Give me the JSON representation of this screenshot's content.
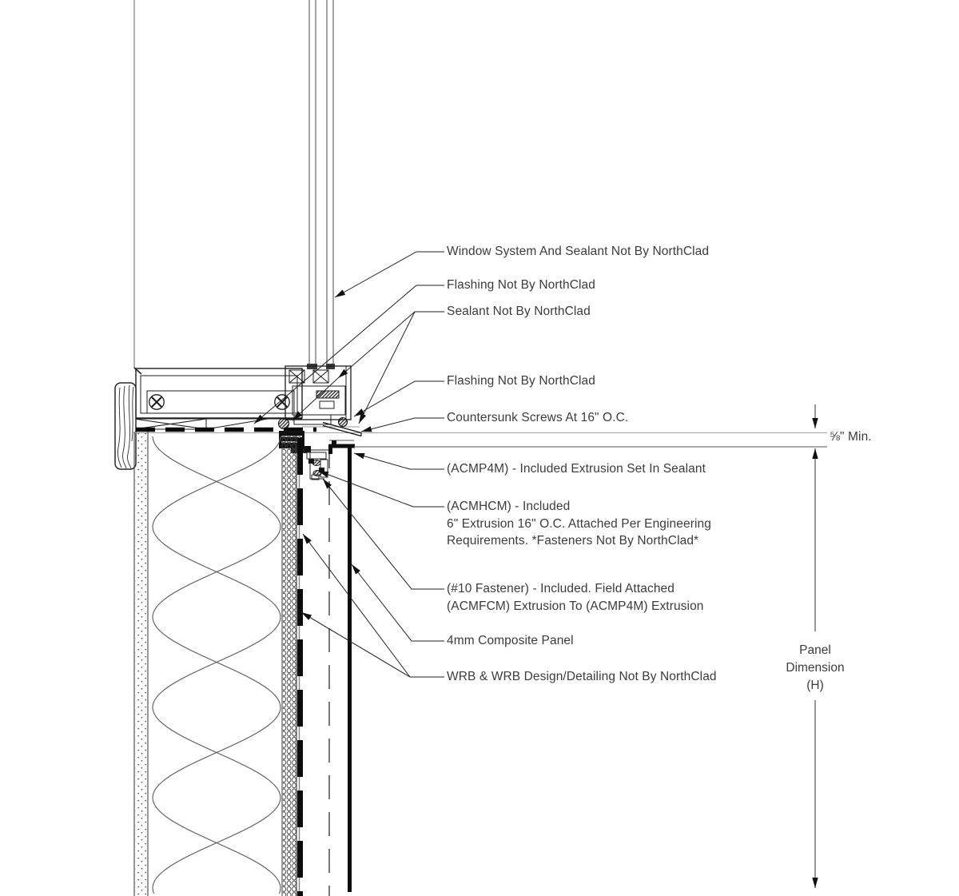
{
  "drawing": {
    "type": "architectural-section-detail",
    "subject": "window sill to composite panel head detail",
    "colors": {
      "line": "#1c1c1c",
      "light_line": "#9b9b9b",
      "text": "#3c3c3c"
    },
    "callouts": {
      "window_system": "Window System And Sealant Not By NorthClad",
      "flashing_upper": "Flashing Not By NorthClad",
      "sealant": "Sealant Not By NorthClad",
      "flashing_lower": "Flashing Not By NorthClad",
      "countersunk_screws": "Countersunk Screws At 16\" O.C.",
      "acmp4m": "(ACMP4M) - Included Extrusion Set In Sealant",
      "acmhcm_line1": "(ACMHCM) - Included",
      "acmhcm_line2": "6\" Extrusion 16\" O.C. Attached Per Engineering",
      "acmhcm_line3": "Requirements. *Fasteners Not By NorthClad*",
      "fastener_line1": "(#10 Fastener) - Included. Field Attached",
      "fastener_line2": "(ACMFCM) Extrusion To (ACMP4M) Extrusion",
      "composite_panel": "4mm Composite Panel",
      "wrb": "WRB & WRB Design/Detailing Not By NorthClad"
    },
    "dimensions": {
      "min_gap": "⅝\" Min.",
      "panel_h_line1": "Panel",
      "panel_h_line2": "Dimension",
      "panel_h_line3": "(H)"
    }
  }
}
